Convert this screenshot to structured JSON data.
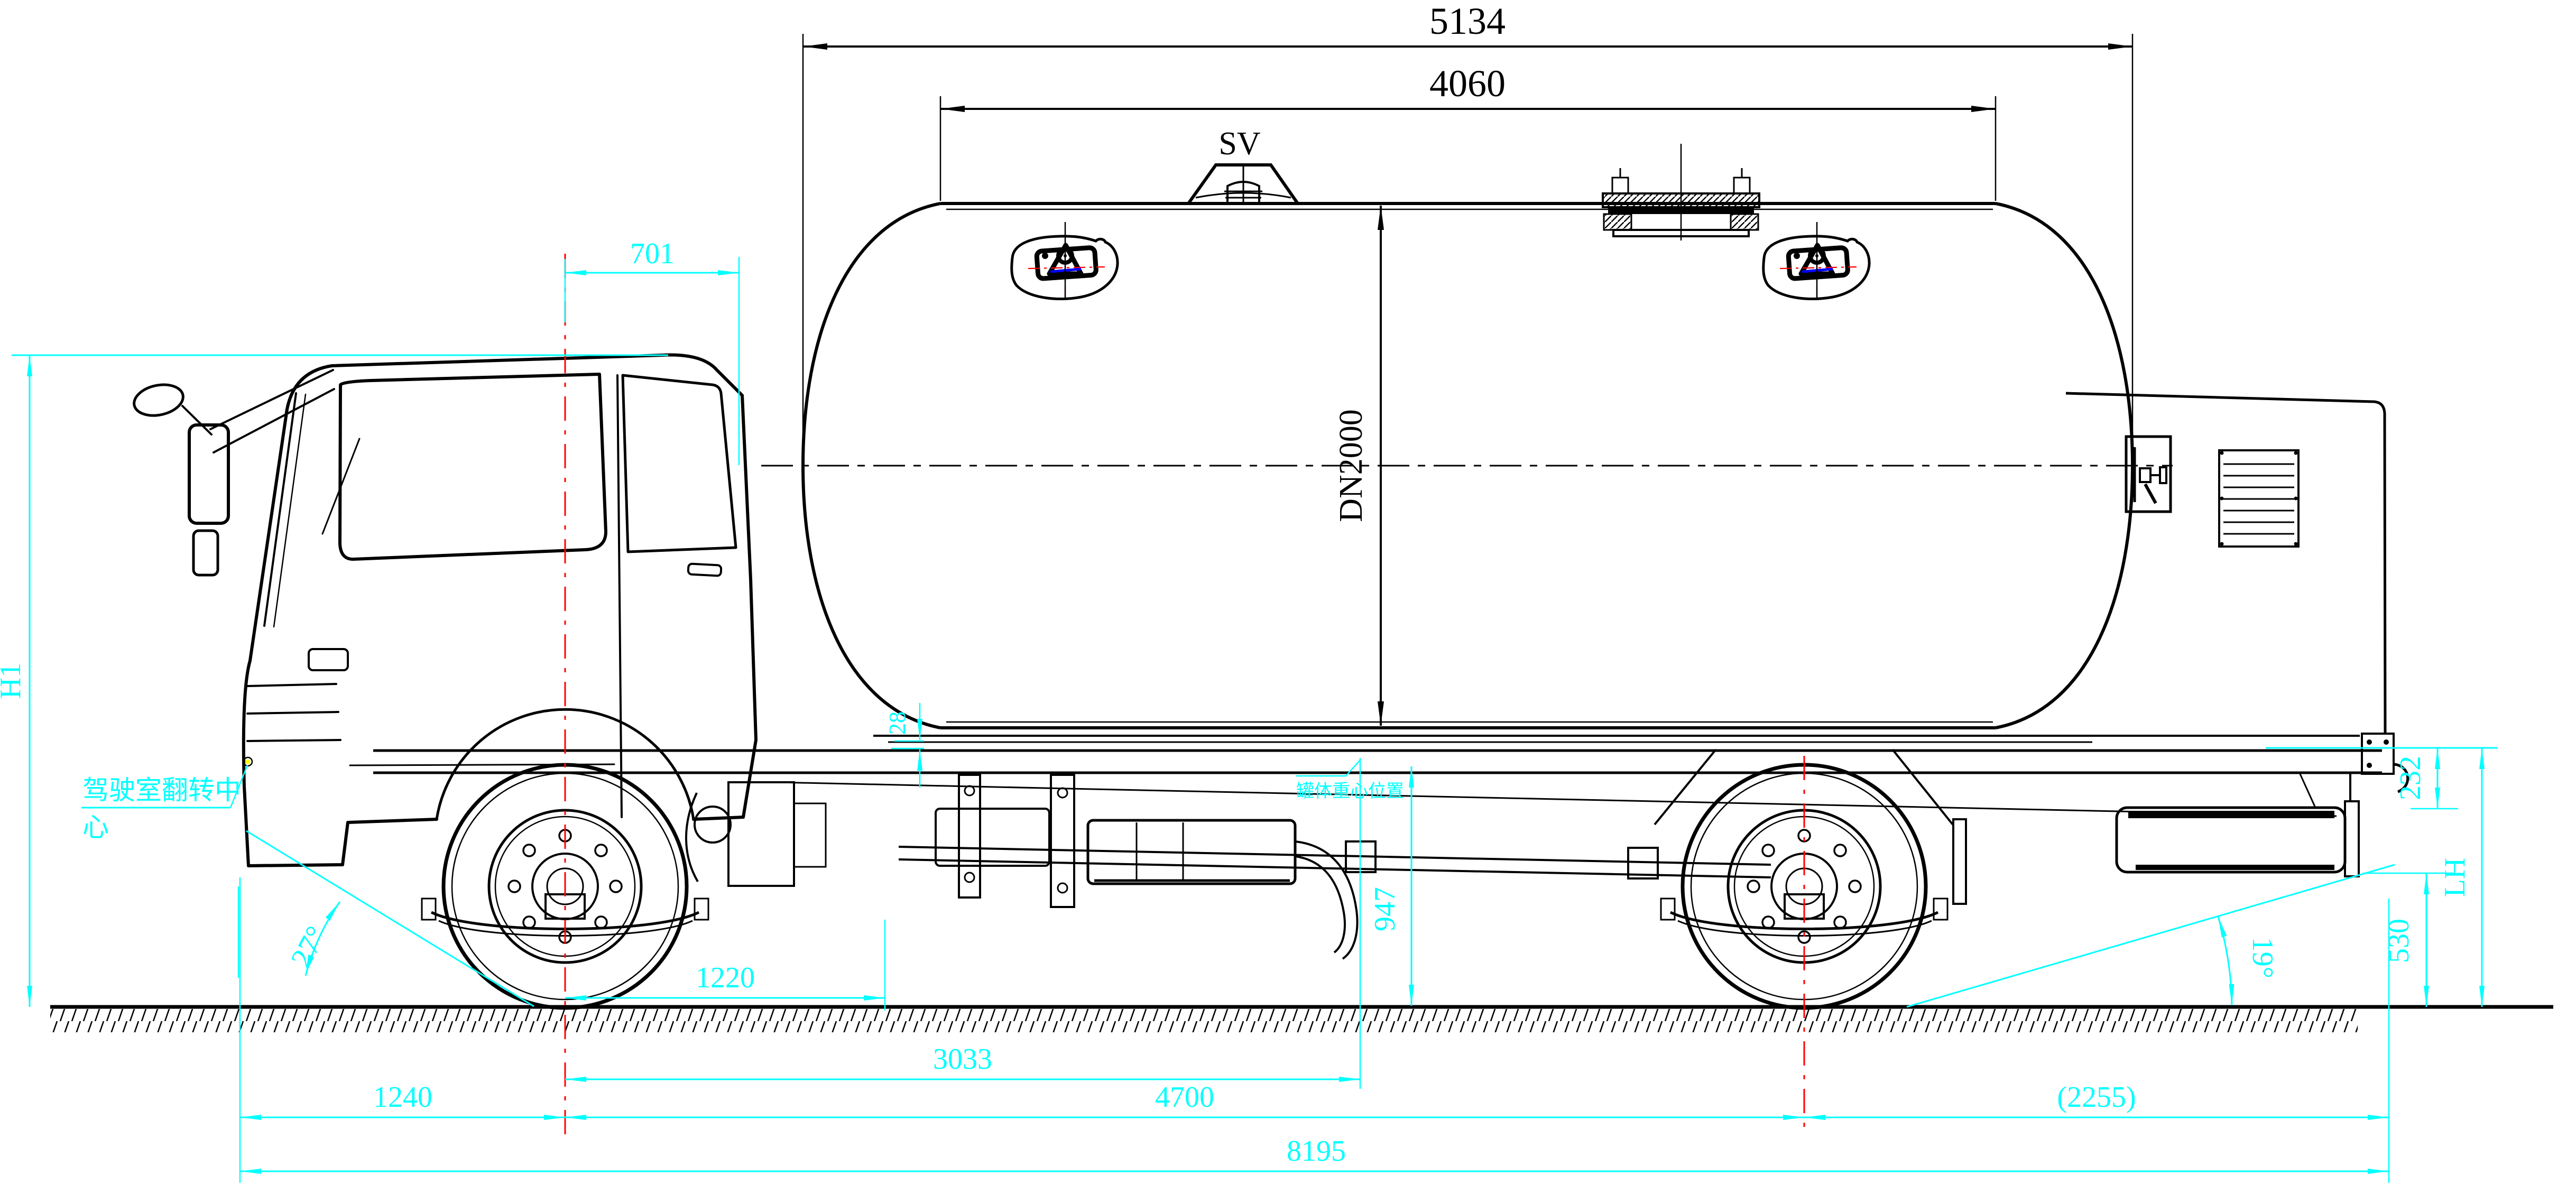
{
  "colors": {
    "dimension": "#00ffff",
    "drawing": "#000000",
    "axle_centerline": "#ff0000",
    "level_mark": "#0000ff",
    "pivot_mark": "#ffff00",
    "background": "#ffffff"
  },
  "labels": {
    "top": {
      "tank_overall_length": "5134",
      "tank_cylinder_length": "4060",
      "safety_valve": "SV",
      "tank_diameter": "DN2000"
    },
    "left": {
      "overall_height": "H1",
      "cab_tilt_line1": "驾驶室翻转中",
      "cab_tilt_line2": "心",
      "approach_angle": "27°"
    },
    "middle": {
      "frame_height": "947",
      "mount_gap": "28",
      "cg_note": "罐体重心位置",
      "cab_rear_to_axle": "701"
    },
    "bottom": {
      "axle_to_mount": "1220",
      "axle_to_cg": "3033",
      "front_overhang": "1240",
      "wheelbase": "4700",
      "rear_overhang": "(2255)",
      "overall_length": "8195"
    },
    "right": {
      "frame_step": "232",
      "loading_height": "LH",
      "bar_to_ground": "530",
      "departure_angle": "19°"
    }
  }
}
